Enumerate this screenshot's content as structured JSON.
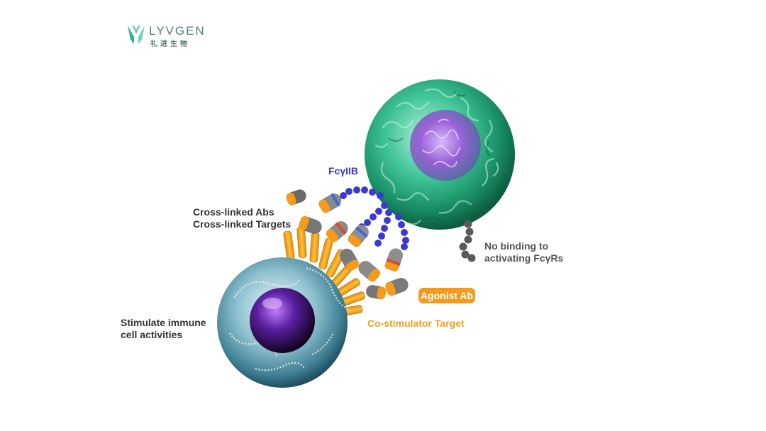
{
  "logo": {
    "wordmark": "LYVGEN",
    "subtitle": "礼进生物"
  },
  "labels": {
    "fcg_receptor": "FcγIIB",
    "cross_linked_abs": "Cross-linked Abs",
    "cross_linked_targets": "Cross-linked Targets",
    "no_binding_line1": "No binding to",
    "no_binding_line2": "activating FcγRs",
    "agonist_ab": "Agonist Ab",
    "costim_target": "Co-stimulator Target",
    "stimulate_line1": "Stimulate immune",
    "stimulate_line2": "cell activities"
  },
  "colors": {
    "receptor_blue": "#3a3ad0",
    "agonist_orange": "#f59a1b",
    "target_orange": "#f0a21e",
    "text_dark": "#333333",
    "brand_green": "#3cc59a",
    "green_cell": "#1e9a73",
    "nucleus_purple": "#8a4bc8",
    "immune_cell": "#6ea6b8"
  }
}
